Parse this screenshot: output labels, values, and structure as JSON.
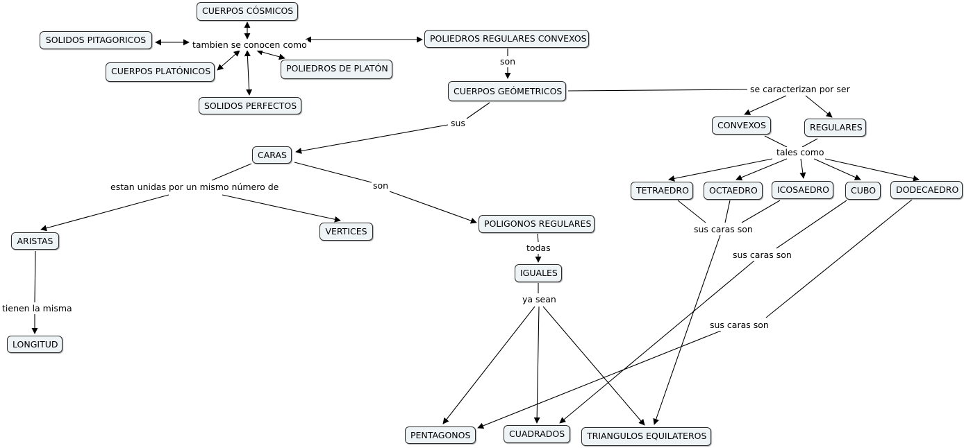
{
  "concepts": {
    "cuerpos_cosmicos": "CUERPOS CÓSMICOS",
    "solidos_pitagoricos": "SOLIDOS PITAGORICOS",
    "cuerpos_platonicos": "CUERPOS PLATÓNICOS",
    "poliedros_de_platon": "POLIEDROS DE PLATÓN",
    "solidos_perfectos": "SOLIDOS PERFECTOS",
    "poliedros_regulares_convexos": "POLIEDROS REGULARES CONVEXOS",
    "cuerpos_geometricos": "CUERPOS GEÓMETRICOS",
    "caras": "CARAS",
    "aristas": "ARISTAS",
    "vertices": "VERTICES",
    "longitud": "LONGITUD",
    "poligonos_regulares": "POLIGONOS REGULARES",
    "iguales": "IGUALES",
    "pentagonos": "PENTAGONOS",
    "cuadrados": "CUADRADOS",
    "triangulos_equilateros": "TRIANGULOS EQUILATEROS",
    "convexos": "CONVEXOS",
    "regulares": "REGULARES",
    "tetraedro": "TETRAEDRO",
    "octaedro": "OCTAEDRO",
    "icosaedro": "ICOSAEDRO",
    "cubo": "CUBO",
    "dodecaedro": "DODECAEDRO"
  },
  "links": {
    "tambien_se_conocen_como": "tambien se conocen como",
    "son_1": "son",
    "sus": "sus",
    "se_caracterizan_por_ser": "se caracterizan por ser",
    "estan_unidas": "estan unidas por un mismo número de",
    "son_2": "son",
    "tienen_la_misma": "tienen la misma",
    "todas": "todas",
    "ya_sean": "ya sean",
    "tales_como": "tales como",
    "sus_caras_son_1": "sus caras son",
    "sus_caras_son_2": "sus caras son",
    "sus_caras_son_3": "sus caras son"
  }
}
